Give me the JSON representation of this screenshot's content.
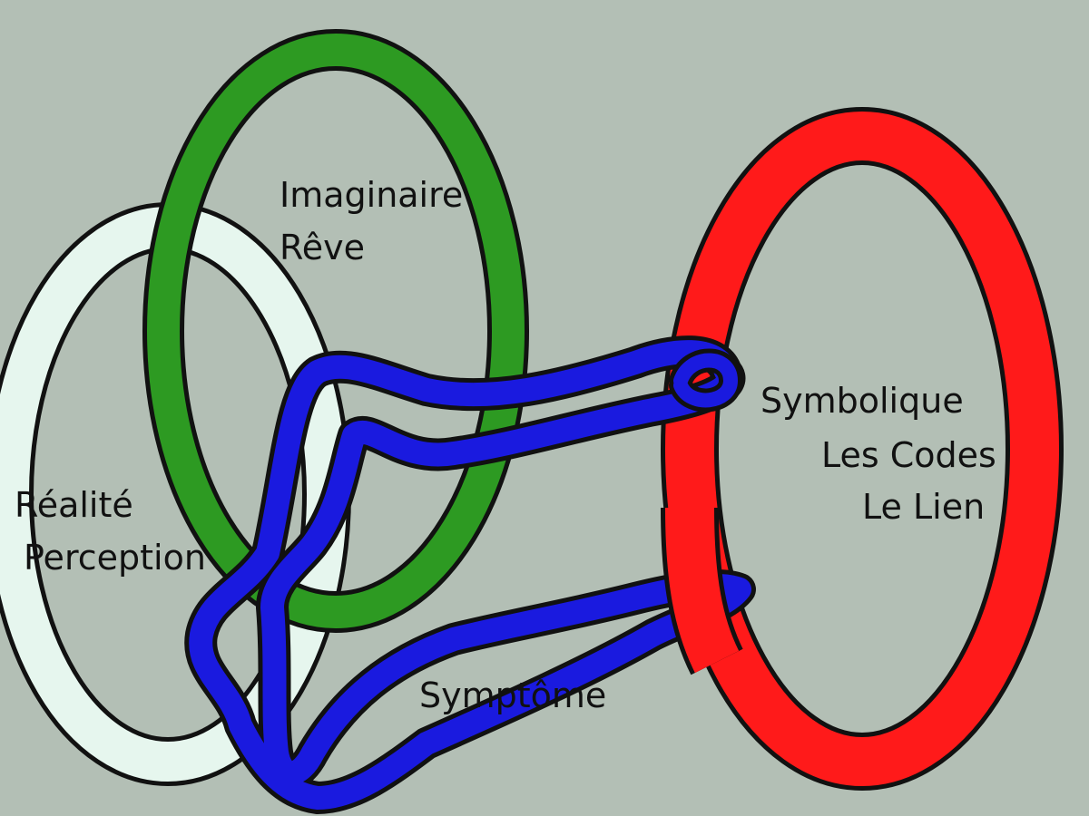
{
  "diagram": {
    "background": "#b3bfb5",
    "rings": {
      "imaginary": {
        "color": "#2d9a22",
        "labels": [
          "Imaginaire",
          "Rêve"
        ]
      },
      "real": {
        "color": "#e6f6ee",
        "labels": [
          "Réalité",
          "Perception"
        ]
      },
      "symbolic": {
        "color": "#ff1a1a",
        "labels": [
          "Symbolique",
          "Les Codes",
          "Le Lien"
        ]
      },
      "symptom": {
        "color": "#1a1adf",
        "labels": [
          "Symptôme"
        ]
      }
    }
  }
}
